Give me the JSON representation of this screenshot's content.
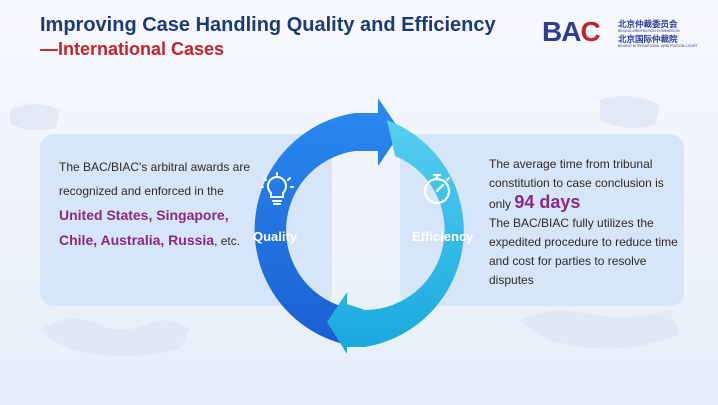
{
  "title": {
    "line1": "Improving Case Handling Quality and Efficiency",
    "line2": "—International Cases"
  },
  "logo": {
    "mark_left": "BA",
    "mark_right": "C",
    "cn_line1": "北京仲裁委员会",
    "en_line1": "BEIJING ARBITRATION COMMISSION",
    "cn_line2": "北京国际仲裁院",
    "en_line2": "BEIJING INTERNATIONAL ARBITRATION COURT"
  },
  "left_panel": {
    "intro": "The BAC/BIAC's arbitral awards are recognized and enforced in the ",
    "countries": "United States, Singapore, Chile, Australia, Russia",
    "outro": ", etc."
  },
  "right_panel": {
    "text1": "The average time from tribunal constitution to case conclusion is only ",
    "highlight": "94 days",
    "text2": "The BAC/BIAC fully utilizes the expedited procedure to reduce time and cost for parties to resolve disputes"
  },
  "cycle": {
    "left_label": "Quality",
    "right_label": "Efficiency",
    "left_icon": "lightbulb-icon",
    "right_icon": "clock-icon",
    "colors": {
      "left_arc": "#1e6fdc",
      "right_arc": "#1fb6e4",
      "accent_purple": "#8a2a7e",
      "title_blue": "#1d3a78",
      "title_red": "#c4232b"
    }
  }
}
